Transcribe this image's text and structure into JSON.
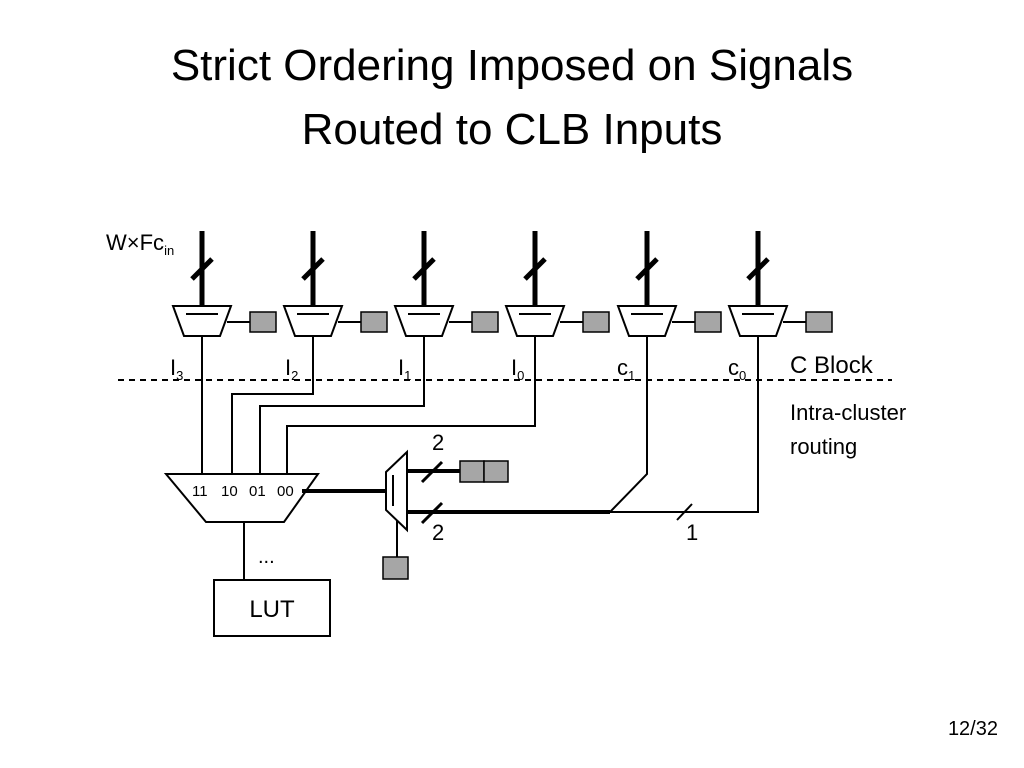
{
  "slide": {
    "title_line1": "Strict Ordering Imposed on Signals",
    "title_line2": "Routed to CLB Inputs",
    "page_number": "12/32"
  },
  "diagram": {
    "width_label_base": "W×Fc",
    "width_label_sub": "in",
    "muxes": [
      {
        "label_base": "I",
        "label_sub": "3"
      },
      {
        "label_base": "I",
        "label_sub": "2"
      },
      {
        "label_base": "I",
        "label_sub": "1"
      },
      {
        "label_base": "I",
        "label_sub": "0"
      },
      {
        "label_base": "c",
        "label_sub": "1"
      },
      {
        "label_base": "c",
        "label_sub": "0"
      }
    ],
    "c_block_label": "C Block",
    "intra_cluster_line1": "Intra-cluster",
    "intra_cluster_line2": "routing",
    "selector_inputs": [
      "11",
      "10",
      "01",
      "00"
    ],
    "bus_width_top": "2",
    "bus_width_bottom": "2",
    "bus_width_right": "1",
    "ellipsis": "...",
    "lut_label": "LUT",
    "config_cell_color": "#a6a6a6"
  }
}
